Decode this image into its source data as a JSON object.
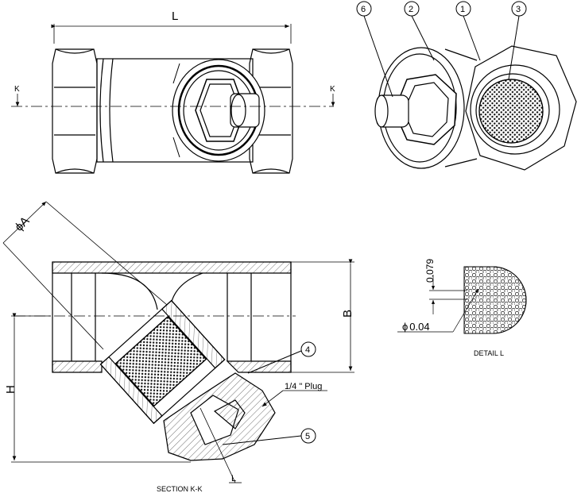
{
  "drawing": {
    "dimensions": {
      "length": "L",
      "height": "H",
      "bore": "B",
      "screen_diameter": "A",
      "mesh_pitch": "0.079",
      "hole_diameter": "0.04"
    },
    "symbols": {
      "diameter": "ϕ"
    },
    "section_marks": {
      "left": "K",
      "right": "K"
    },
    "balloons": [
      "6",
      "2",
      "1",
      "3",
      "4",
      "5"
    ],
    "labels": {
      "plug": "1/4 \" Plug",
      "detail_ref": "L",
      "section_title": "SECTION K-K",
      "detail_title": "DETAIL L"
    }
  }
}
